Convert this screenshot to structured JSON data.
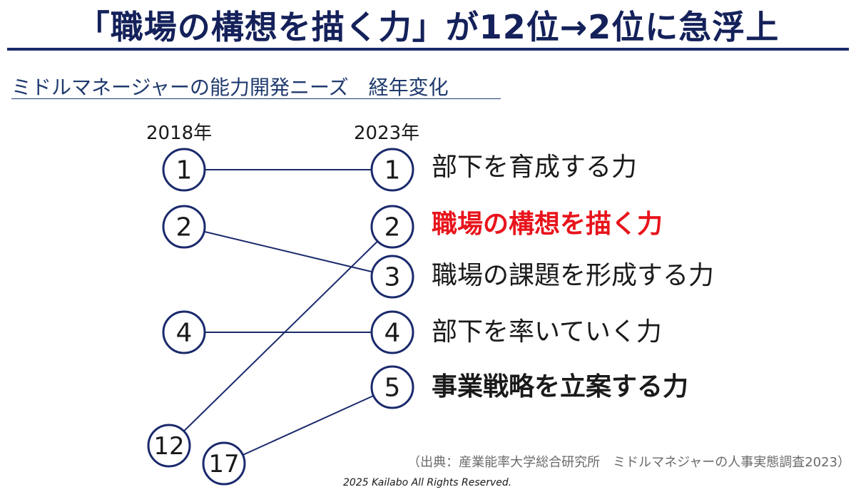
{
  "title": "「職場の構想を描く力」が12位→2位に急浮上",
  "subtitle": "ミドルマネージャーの能力開発ニーズ　経年変化",
  "years": {
    "left": "2018年",
    "right": "2023年"
  },
  "left_ranks": [
    "1",
    "2",
    "4",
    "12",
    "17"
  ],
  "right_ranks": [
    "1",
    "2",
    "3",
    "4",
    "5"
  ],
  "items": [
    {
      "rank": "1",
      "label": "部下を育成する力",
      "style": "normal"
    },
    {
      "rank": "2",
      "label": "職場の構想を描く力",
      "style": "bold-red"
    },
    {
      "rank": "3",
      "label": "職場の課題を形成する力",
      "style": "normal"
    },
    {
      "rank": "4",
      "label": "部下を率いていく力",
      "style": "normal"
    },
    {
      "rank": "5",
      "label": "事業戦略を立案する力",
      "style": "bold"
    }
  ],
  "connections": [
    {
      "from_2018": "1",
      "to_2023": "1"
    },
    {
      "from_2018": "2",
      "to_2023": "3"
    },
    {
      "from_2018": "4",
      "to_2023": "4"
    },
    {
      "from_2018": "12",
      "to_2023": "2"
    },
    {
      "from_2018": "17",
      "to_2023": "5"
    }
  ],
  "colors": {
    "navy": "#1a2a6c",
    "highlight_red": "#e8141c"
  },
  "source": "（出典：産業能率大学総合研究所　ミドルマネジャーの人事実態調査2023）",
  "copyright": "2025  Kailabo All Rights Reserved."
}
